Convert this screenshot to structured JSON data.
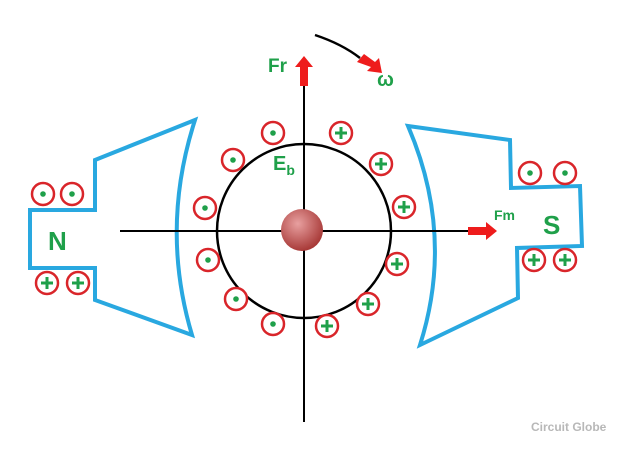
{
  "labels": {
    "north_pole": "N",
    "south_pole": "S",
    "back_emf": "E",
    "back_emf_subscript": "b",
    "rotor_force": "Fr",
    "main_force": "Fm",
    "angular_velocity": "ω"
  },
  "watermark": "Circuit Globe",
  "colors": {
    "pole": "#29a8e0",
    "conductor": "#d9252a",
    "label": "#1fa04a",
    "arrow": "#ee1c1c",
    "rotor": "#c0504d"
  }
}
